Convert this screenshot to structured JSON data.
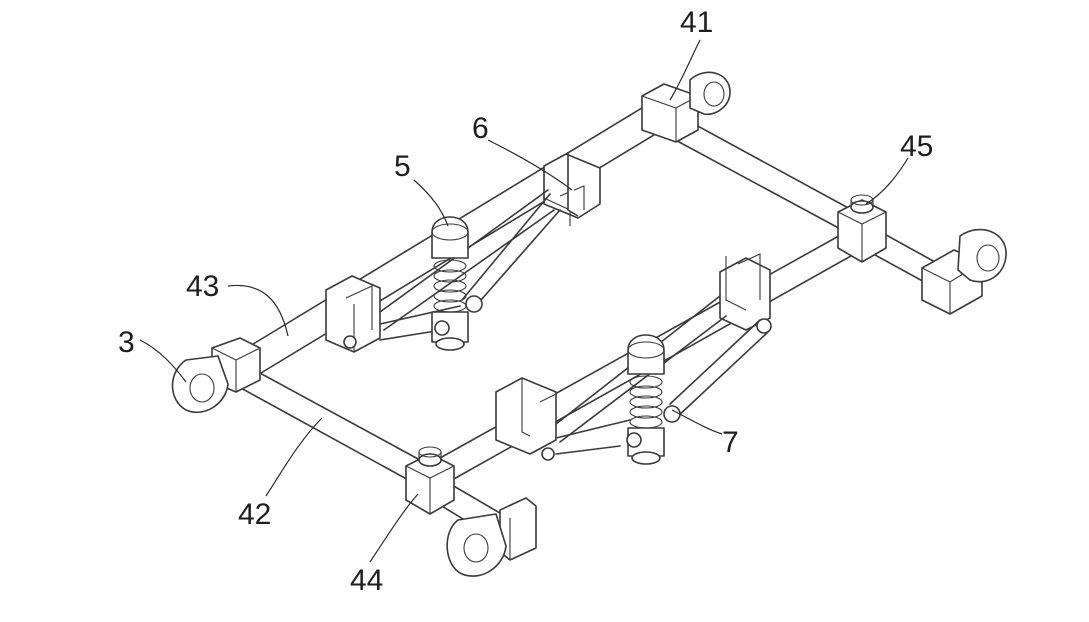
{
  "labels": {
    "l41": "41",
    "l6": "6",
    "l45": "45",
    "l5": "5",
    "l43": "43",
    "l3": "3",
    "l7": "7",
    "l42": "42",
    "l44": "44"
  }
}
